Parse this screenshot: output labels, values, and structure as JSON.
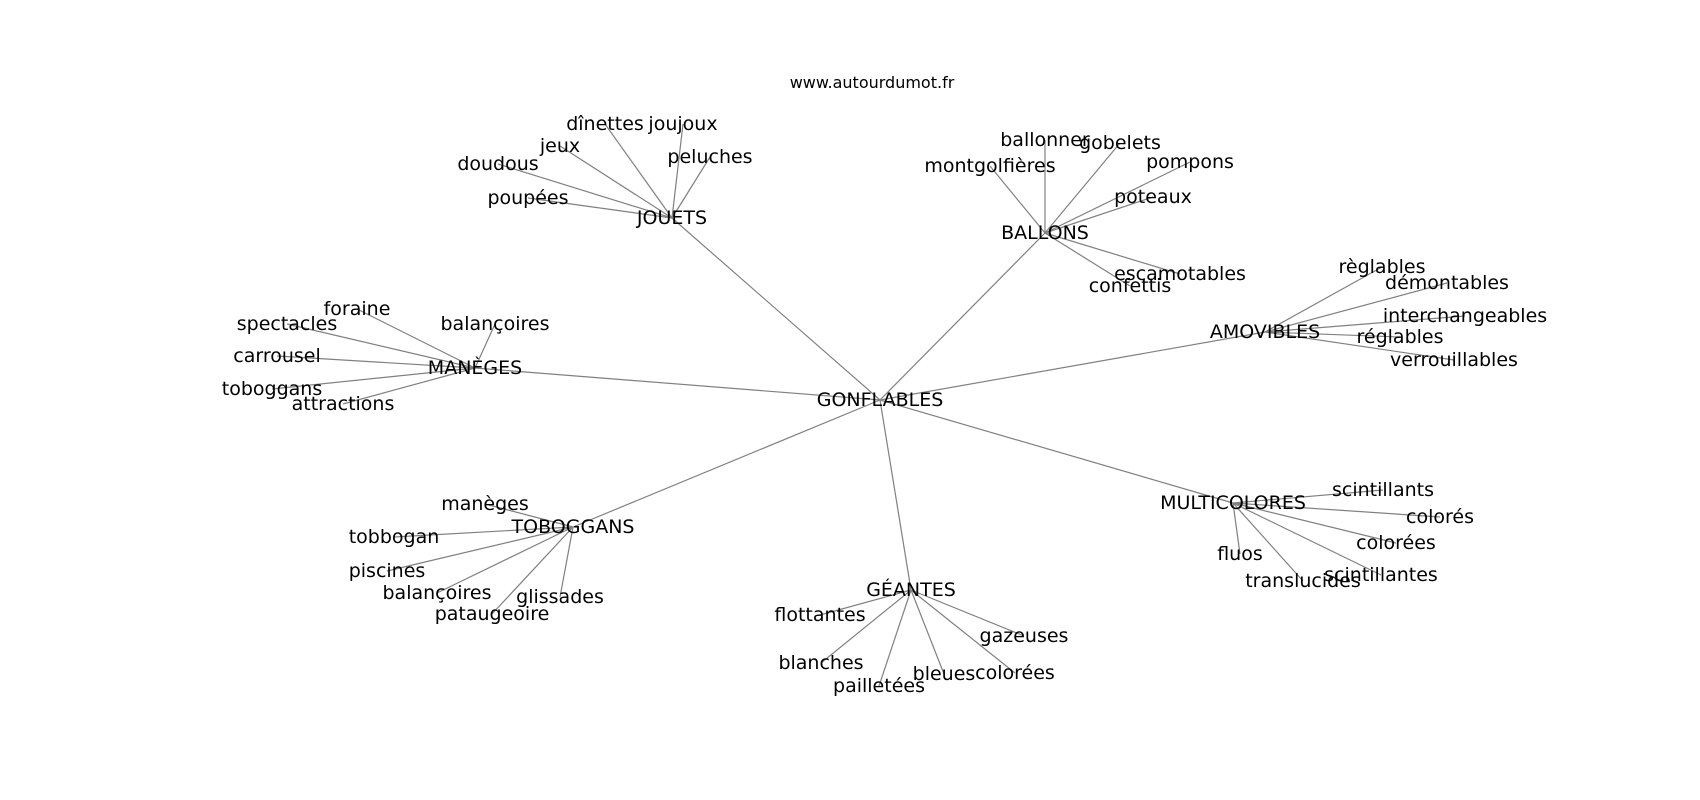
{
  "site": "www.autourdumot.fr",
  "graph": {
    "center": "GONFLABLES",
    "hubs": [
      {
        "id": "jouets",
        "label": "JOUETS",
        "leaves": [
          "dînettes",
          "joujoux",
          "jeux",
          "peluches",
          "doudous",
          "poupées"
        ]
      },
      {
        "id": "ballons",
        "label": "BALLONS",
        "leaves": [
          "ballonner",
          "gobelets",
          "montgolfières",
          "pompons",
          "poteaux",
          "escamotables",
          "confettis"
        ]
      },
      {
        "id": "amovibles",
        "label": "AMOVIBLES",
        "leaves": [
          "règlables",
          "démontables",
          "interchangeables",
          "réglables",
          "verrouillables"
        ]
      },
      {
        "id": "maneges",
        "label": "MANÈGES",
        "leaves": [
          "foraine",
          "spectacles",
          "balançoires",
          "carrousel",
          "toboggans",
          "attractions"
        ]
      },
      {
        "id": "multicolores",
        "label": "MULTICOLORES",
        "leaves": [
          "scintillants",
          "colorés",
          "colorées",
          "fluos",
          "scintillantes",
          "translucides"
        ]
      },
      {
        "id": "toboggans",
        "label": "TOBOGGANS",
        "leaves": [
          "manèges",
          "tobbogan",
          "piscines",
          "balançoires",
          "glissades",
          "pataugeoire"
        ]
      },
      {
        "id": "geantes",
        "label": "GÉANTES",
        "leaves": [
          "flottantes",
          "gazeuses",
          "blanches",
          "bleues",
          "colorées",
          "pailletées"
        ]
      }
    ]
  }
}
